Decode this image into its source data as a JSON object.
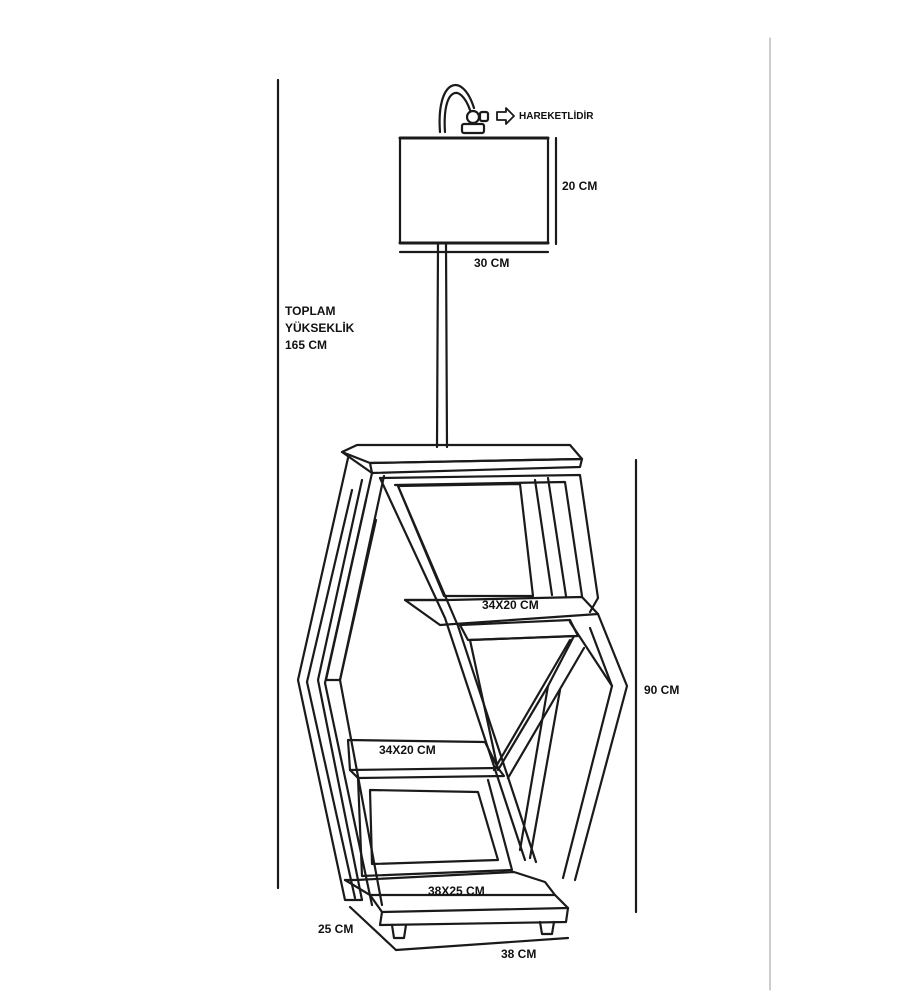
{
  "labels": {
    "movable": "HAREKETLİDİR",
    "shade_height": "20 CM",
    "shade_width": "30 CM",
    "total_height_line1": "TOPLAM",
    "total_height_line2": "YÜKSEKLİK",
    "total_height_line3": "165 CM",
    "upper_shelf": "34X20 CM",
    "lower_shelf": "34X20 CM",
    "base_shelf": "38X25 CM",
    "unit_height": "90 CM",
    "depth": "25 CM",
    "width": "38 CM"
  },
  "colors": {
    "line": "#1a1a1a",
    "background": "#ffffff"
  }
}
